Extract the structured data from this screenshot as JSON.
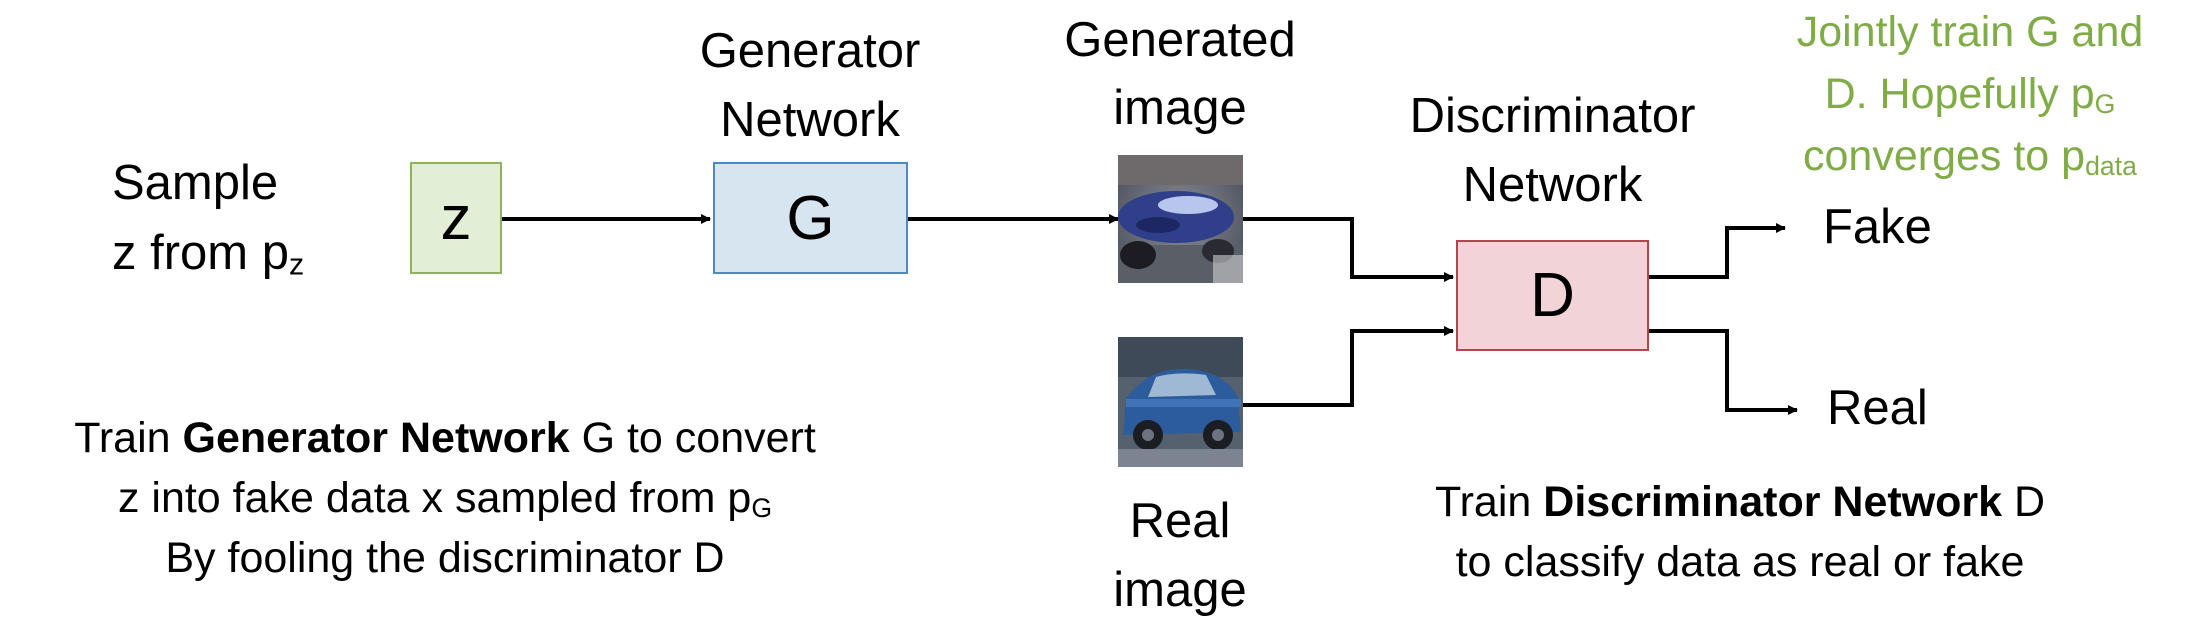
{
  "sample": {
    "line1": "Sample",
    "line2_prefix": "z from p",
    "line2_sub": "z"
  },
  "generator": {
    "title_line1": "Generator",
    "title_line2": "Network",
    "box_label": "G"
  },
  "z_box": {
    "label": "z"
  },
  "generated_image": {
    "label_line1": "Generated",
    "label_line2": "image"
  },
  "real_image": {
    "label_line1": "Real",
    "label_line2": "image"
  },
  "discriminator": {
    "title_line1": "Discriminator",
    "title_line2": "Network",
    "box_label": "D"
  },
  "outputs": {
    "fake": "Fake",
    "real": "Real"
  },
  "note_green": {
    "line1": "Jointly train G and",
    "line2_prefix": "D. Hopefully p",
    "line2_sub": "G",
    "line3_prefix": "converges to p",
    "line3_sub": "data"
  },
  "generator_desc": {
    "line1_pre": "Train ",
    "line1_bold": "Generator Network",
    "line1_post": " G to convert",
    "line2_prefix": "z into fake data x sampled from p",
    "line2_sub": "G",
    "line3": "By fooling the discriminator D"
  },
  "discriminator_desc": {
    "line1_pre": "Train ",
    "line1_bold": "Discriminator Network",
    "line1_post": " D",
    "line2": "to classify data as real or fake"
  },
  "colors": {
    "z_fill": "#e2eed5",
    "z_border": "#8cb35a",
    "g_fill": "#d7e5f1",
    "g_border": "#4f89c4",
    "d_fill": "#f2d4d8",
    "d_border": "#b4454e",
    "note_green": "#7fac47"
  }
}
